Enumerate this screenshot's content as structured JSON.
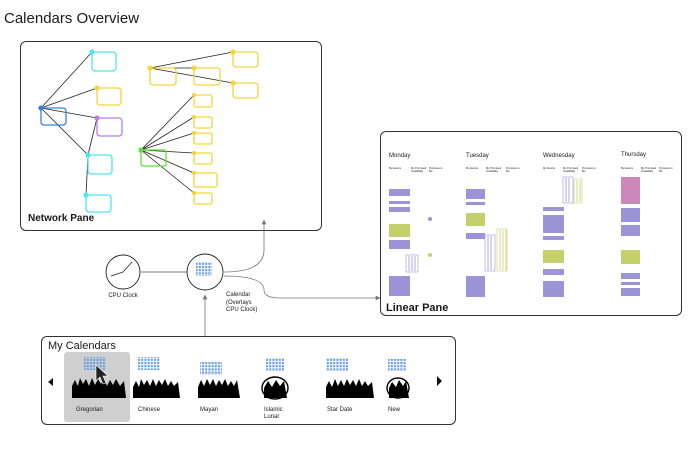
{
  "title": "Calendars Overview",
  "network_pane": {
    "title": "Network Pane"
  },
  "linear_pane": {
    "title": "Linear Pane",
    "days": [
      "Monday",
      "Tuesday",
      "Wednesday",
      "Thursday"
    ],
    "column_headers": [
      "My Events",
      "My Promised Availability",
      "Promises to Me"
    ]
  },
  "cpu_clock": {
    "label": "CPU Clock"
  },
  "calendar_node": {
    "label_lines": [
      "Calendar",
      "(Overlays",
      "CPU Clock)"
    ]
  },
  "my_calendars": {
    "title": "My Calendars",
    "selected": "Gregorian",
    "items": [
      {
        "label_lines": [
          "Gregorian"
        ]
      },
      {
        "label_lines": [
          "Chinese"
        ]
      },
      {
        "label_lines": [
          "Mayan"
        ]
      },
      {
        "label_lines": [
          "Islamic",
          "Lunar"
        ]
      },
      {
        "label_lines": [
          "Star Date"
        ]
      },
      {
        "label_lines": [
          "New"
        ]
      }
    ]
  },
  "colors": {
    "cyan": "#4ee6f0",
    "yellow": "#f5d53a",
    "blue": "#3a7fd4",
    "purple": "#b77ee8",
    "green": "#5ee13a",
    "lavender": "#9c94d6",
    "olive": "#c4d06a",
    "pink": "#cc88bb",
    "grid_icon": "#6aa0e0"
  }
}
